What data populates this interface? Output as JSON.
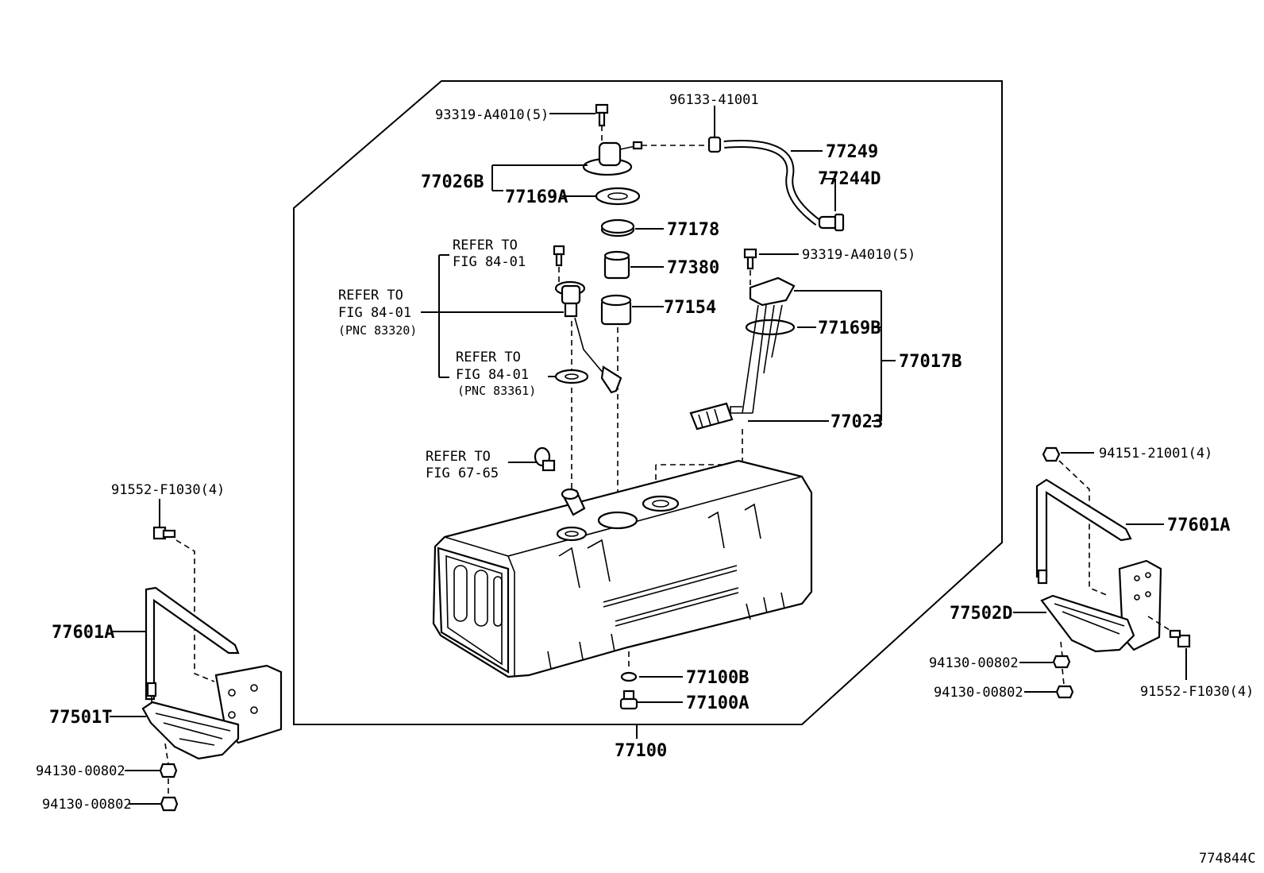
{
  "diagram": {
    "figure_code": "774844C",
    "labels": {
      "p93319_top": "93319-A4010(5)",
      "p96133": "96133-41001",
      "p77249": "77249",
      "p77244D": "77244D",
      "p77026B": "77026B",
      "p77169A": "77169A",
      "p77178": "77178",
      "p77380": "77380",
      "p77154": "77154",
      "p93319_right": "93319-A4010(5)",
      "p77169B": "77169B",
      "p77017B": "77017B",
      "p77023": "77023",
      "ref1_a": "REFER TO",
      "ref1_b": "FIG 84-01",
      "ref2_a": "REFER TO",
      "ref2_b": "FIG 84-01",
      "ref2_c": "(PNC 83320)",
      "ref3_a": "REFER TO",
      "ref3_b": "FIG 84-01",
      "ref3_c": "(PNC 83361)",
      "ref4_a": "REFER TO",
      "ref4_b": "FIG 67-65",
      "p77100B": "77100B",
      "p77100A": "77100A",
      "p77100": "77100",
      "l91552": "91552-F1030(4)",
      "l77601A": "77601A",
      "l77501T": "77501T",
      "l94130a": "94130-00802",
      "l94130b": "94130-00802",
      "r94151": "94151-21001(4)",
      "r77601A": "77601A",
      "r77502D": "77502D",
      "r94130a": "94130-00802",
      "r94130b": "94130-00802",
      "r91552": "91552-F1030(4)"
    }
  }
}
